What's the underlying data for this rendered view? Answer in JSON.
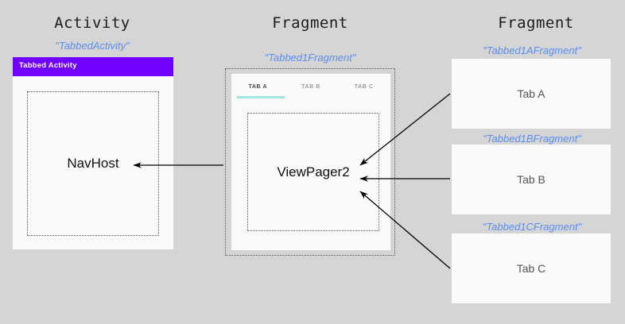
{
  "columns": [
    {
      "title": "Activity",
      "class_label": "\"TabbedActivity\""
    },
    {
      "title": "Fragment",
      "class_label": "\"Tabbed1Fragment\""
    },
    {
      "title": "Fragment",
      "class_label": "\"Tabbed1AFragment\""
    }
  ],
  "activity": {
    "appbar_title": "Tabbed Activity",
    "content_label": "NavHost"
  },
  "tabbed_fragment": {
    "tabs": [
      {
        "label": "TAB A",
        "active": true
      },
      {
        "label": "TAB B",
        "active": false
      },
      {
        "label": "TAB C",
        "active": false
      }
    ],
    "content_label": "ViewPager2"
  },
  "tab_fragments": [
    {
      "class_label": "\"Tabbed1AFragment\"",
      "content_label": "Tab A"
    },
    {
      "class_label": "\"Tabbed1BFragment\"",
      "content_label": "Tab B"
    },
    {
      "class_label": "\"Tabbed1CFragment\"",
      "content_label": "Tab C"
    }
  ],
  "colors": {
    "background": "#d5d5d5",
    "appbar_purple": "#7000ff",
    "class_label_blue": "#5b8def",
    "tab_indicator_teal": "#9fe5e0",
    "card_surface": "#fafafa",
    "arrow": "#000000"
  }
}
